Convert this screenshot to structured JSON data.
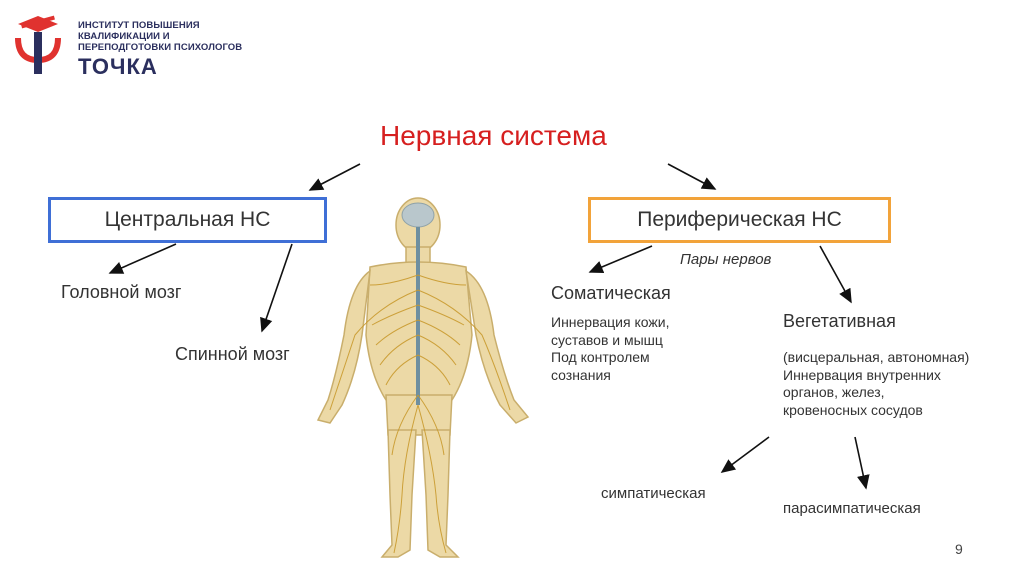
{
  "logo": {
    "line1": "ИНСТИТУТ ПОВЫШЕНИЯ",
    "line2": "КВАЛИФИКАЦИИ И",
    "line3": "ПЕРЕПОДГОТОВКИ ПСИХОЛОГОВ",
    "brand": "ТОЧКА",
    "brand_color": "#2b2f5e",
    "accent_color": "#e0322f"
  },
  "title": "Нервная система",
  "central": {
    "box_label": "Центральная НС",
    "brain": "Головной мозг",
    "spinal": "Спинной мозг",
    "border_color": "#3f6fd6"
  },
  "peripheral": {
    "box_label": "Периферическая НС",
    "subtitle": "Пары нервов",
    "border_color": "#f2a33a",
    "somatic": {
      "title": "Соматическая",
      "lines": [
        "Иннервация кожи,",
        "суставов и мышц",
        "Под контролем",
        "сознания"
      ]
    },
    "vegetative": {
      "title": "Вегетативная",
      "lines": [
        "(висцеральная, автономная)",
        "Иннервация внутренних",
        "органов, желез,",
        "кровеносных сосудов"
      ],
      "sympathetic": "симпатическая",
      "parasympathetic": "парасимпатическая"
    }
  },
  "title_color": "#d61f1f",
  "page_number": "9",
  "illustration": "human-nervous-system-figure"
}
